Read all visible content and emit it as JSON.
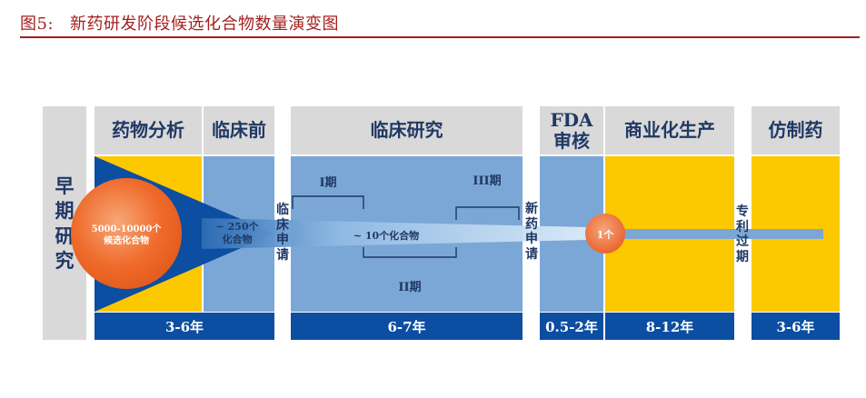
{
  "figure": {
    "label": "图5:",
    "title": "新药研发阶段候选化合物数量演变图"
  },
  "colors": {
    "title_red": "#a31f1d",
    "header_gray": "#d9d9d9",
    "light_blue": "#7ba7d6",
    "yellow": "#fcc800",
    "dark_blue": "#0b4ea2",
    "navy_text": "#1f3864",
    "orange": "#ef6b2c"
  },
  "early_research": "早期研究",
  "phases": [
    {
      "id": "drug-analysis",
      "header": "药物分析",
      "duration": "3-6年"
    },
    {
      "id": "preclinical",
      "header": "临床前",
      "duration": "3-6年"
    },
    {
      "id": "clinical",
      "header": "临床研究",
      "duration": "6-7年"
    },
    {
      "id": "fda-review",
      "header": "FDA\n审核",
      "duration": "0.5-2年"
    },
    {
      "id": "production",
      "header": "商业化生产",
      "duration": "8-12年"
    },
    {
      "id": "generic",
      "header": "仿制药",
      "duration": "3-6年"
    }
  ],
  "transitions": {
    "clinical_application": "临床申请",
    "new_drug_application": "新药申请",
    "patent_expiry": "专利过期"
  },
  "compounds": {
    "start": "5000-10000个\n候选化合物",
    "preclinical": "~ 250个\n化合物",
    "clinical": "~ 10个化合物",
    "final": "1个"
  },
  "clinical_phases": {
    "phase1": "I期",
    "phase2": "II期",
    "phase3": "III期"
  }
}
